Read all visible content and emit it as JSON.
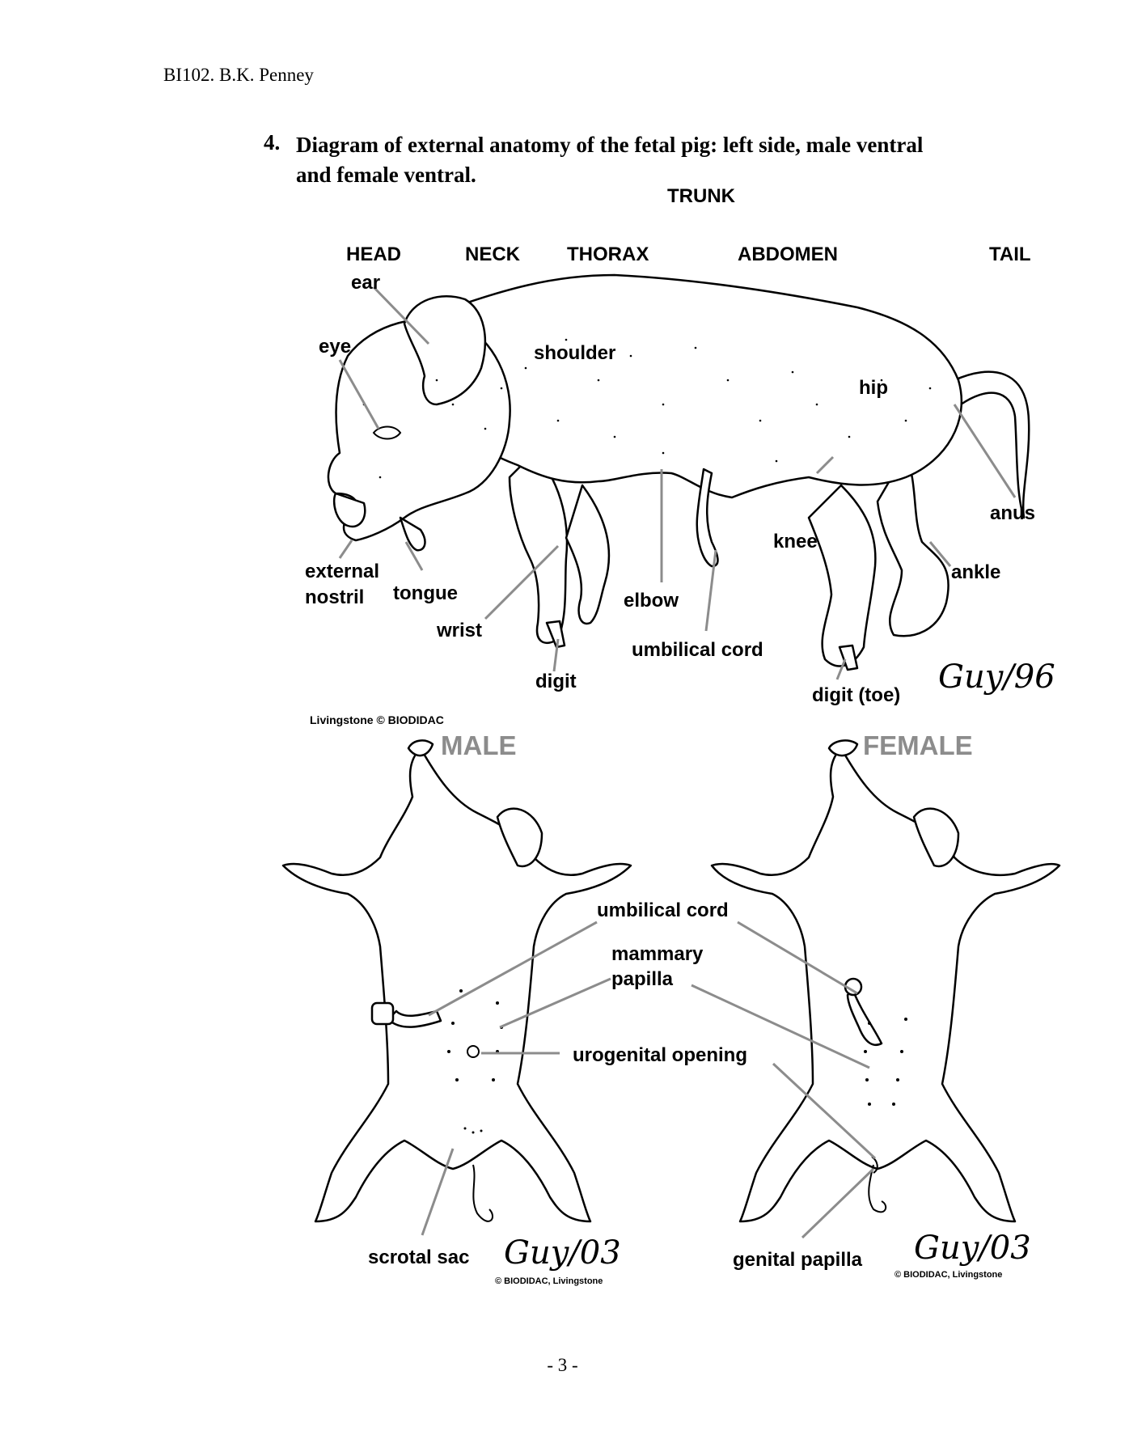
{
  "header": {
    "course": "BI102. B.K. Penney"
  },
  "question": {
    "number": "4.",
    "title": "Diagram of external anatomy of the fetal pig: left side, male ventral and female ventral."
  },
  "side_view": {
    "trunk_label": "TRUNK",
    "regions": [
      "HEAD",
      "NECK",
      "THORAX",
      "ABDOMEN",
      "TAIL"
    ],
    "labels": {
      "ear": "ear",
      "eye": "eye",
      "shoulder": "shoulder",
      "hip": "hip",
      "anus": "anus",
      "knee": "knee",
      "ankle": "ankle",
      "external_nostril_1": "external",
      "external_nostril_2": "nostril",
      "tongue": "tongue",
      "wrist": "wrist",
      "elbow": "elbow",
      "umbilical_cord": "umbilical cord",
      "digit": "digit",
      "digit_toe": "digit (toe)"
    },
    "signature": "Guy/96",
    "credit": "Livingstone © BIODIDAC"
  },
  "ventral_view": {
    "male_title": "MALE",
    "female_title": "FEMALE",
    "labels": {
      "umbilical_cord": "umbilical cord",
      "mammary_1": "mammary",
      "mammary_2": "papilla",
      "urogenital_opening": "urogenital opening",
      "scrotal_sac": "scrotal sac",
      "genital_papilla": "genital papilla"
    },
    "male_signature": "Guy/03",
    "female_signature": "Guy/03",
    "male_credit": "© BIODIDAC, Livingstone",
    "female_credit": "© BIODIDAC, Livingstone"
  },
  "footer": {
    "page_number": "- 3 -"
  },
  "colors": {
    "leader_line": "#8c8c8c",
    "sex_title": "#8c8c8c",
    "ink": "#000000"
  }
}
